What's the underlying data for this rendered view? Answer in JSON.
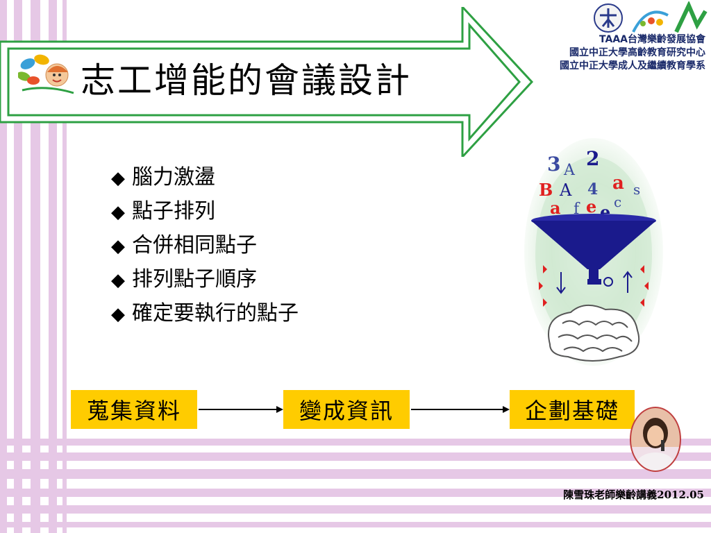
{
  "title": "志工增能的會議設計",
  "organizations": [
    "TAAA台灣樂齡發展協會",
    "國立中正大學高齡教育研究中心",
    "國立中正大學成人及繼續教育學系"
  ],
  "bullet_symbol": "◆",
  "bullets": [
    "腦力激盪",
    "點子排列",
    "合併相同點子",
    "排列點子順序",
    "確定要執行的點子"
  ],
  "flow": [
    "蒐集資料",
    "變成資訊",
    "企劃基礎"
  ],
  "footer": "陳雪珠老師樂齡講義2012.05",
  "colors": {
    "stripe": "#e6c8e6",
    "arrow_border": "#2ea043",
    "flow_box": "#ffcc00",
    "funnel": "#1a1a8c",
    "org_text": "#1a2a6a"
  },
  "icons": [
    "leaf-logo-icon",
    "org-logos-icon",
    "idea-funnel-illustration",
    "presenter-photo"
  ]
}
